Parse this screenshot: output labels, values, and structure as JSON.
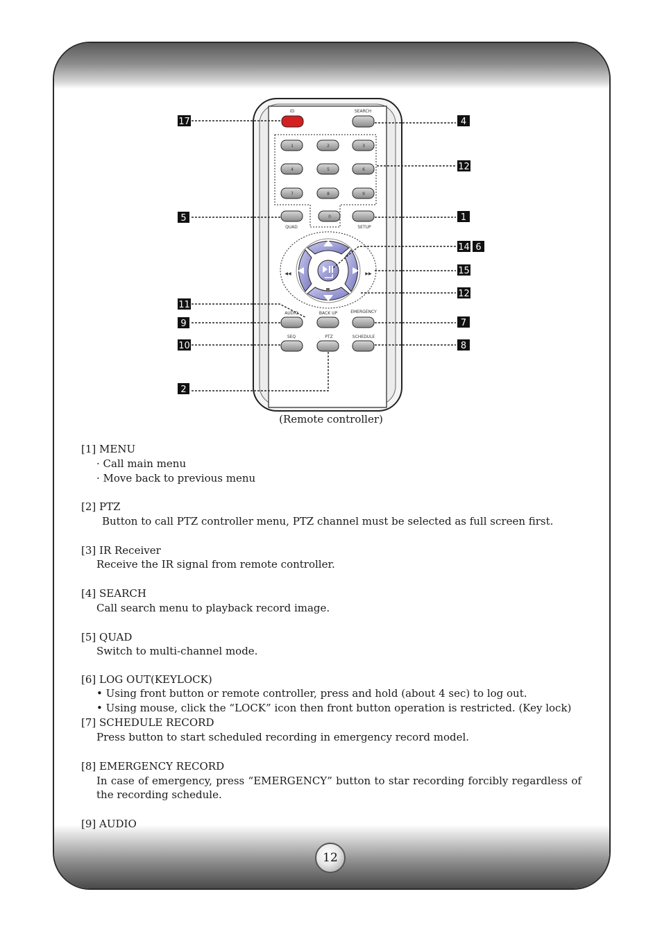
{
  "caption": "(Remote controller)",
  "page_number": "12",
  "remote": {
    "button_labels": {
      "id": "ID",
      "search": "SEARCH",
      "quad": "QUAD",
      "setup": "SETUP",
      "audio": "AUDIO",
      "backup": "BACK UP",
      "emergency": "EMERGENCY",
      "seq": "SEQ",
      "ptz": "PTZ",
      "schedule": "SCHEDULE"
    },
    "digits": [
      "1",
      "2",
      "3",
      "4",
      "5",
      "6",
      "7",
      "8",
      "9",
      "0"
    ],
    "callouts": [
      "17",
      "4",
      "12",
      "5",
      "1",
      "14",
      "6",
      "15",
      "12",
      "11",
      "9",
      "7",
      "10",
      "8",
      "2"
    ]
  },
  "sections": [
    {
      "heading": "[1] MENU",
      "lines": [
        "· Call main menu",
        "· Move back to previous menu"
      ]
    },
    {
      "heading": "[2] PTZ",
      "lines": [
        "Button to call PTZ controller menu, PTZ channel must be selected as full screen first."
      ]
    },
    {
      "heading": "[3] IR Receiver",
      "lines": [
        "Receive the IR signal from remote controller."
      ]
    },
    {
      "heading": "[4] SEARCH",
      "lines": [
        "Call search menu to playback record image."
      ]
    },
    {
      "heading": "[5] QUAD",
      "lines": [
        "Switch to multi-channel mode."
      ]
    },
    {
      "heading": "[6] LOG OUT(KEYLOCK)",
      "lines": [
        "• Using front button or remote controller, press and hold (about 4 sec) to log out.",
        "• Using mouse, click the “LOCK” icon then front button operation is restricted. (Key lock)"
      ]
    },
    {
      "heading": "[7] SCHEDULE RECORD",
      "lines": [
        "Press button to start scheduled recording in emergency record model."
      ]
    },
    {
      "heading": "[8] EMERGENCY RECORD",
      "lines": [
        "In case of emergency, press “EMERGENCY” button to star recording forcibly regardless of the recording schedule."
      ]
    },
    {
      "heading": "[9] AUDIO",
      "lines": []
    }
  ]
}
